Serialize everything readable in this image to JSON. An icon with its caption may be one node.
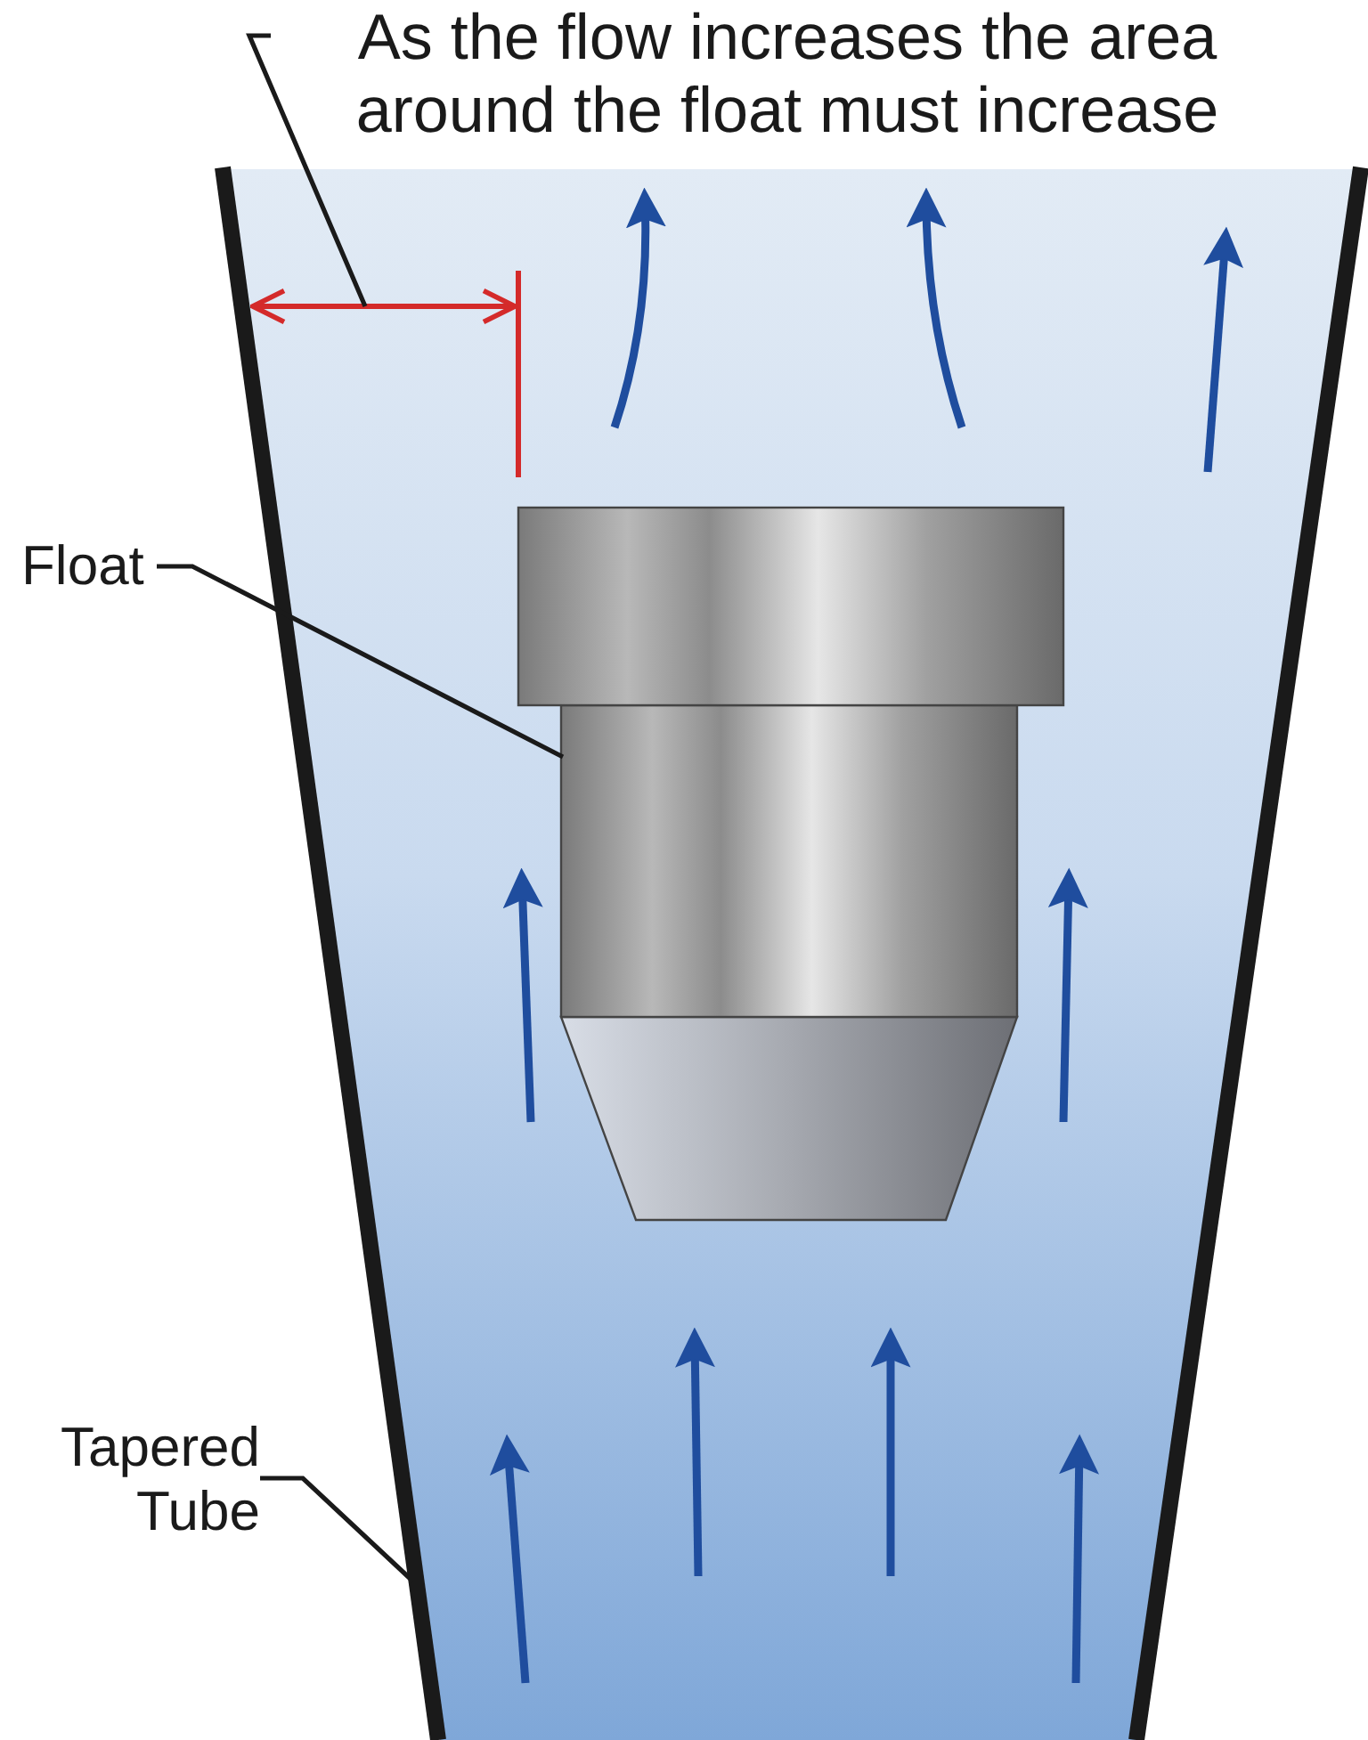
{
  "diagram": {
    "nodes": [
      {
        "text": [
          "As the flow increases the area around the float must increase"
        ]
      },
      {
        "text": [],
        "shape": "picture"
      },
      {
        "text": [],
        "shape": "picture",
        "in": 1
      },
      {
        "text": [
          "Float"
        ]
      },
      {
        "text": [
          "Tapered Tube"
        ]
      }
    ],
    "edges": [
      {
        "from": 0,
        "to": null,
        "arrow": "none"
      },
      {
        "from": 3,
        "to": 2,
        "arrow": "none"
      },
      {
        "from": 4,
        "to": 1,
        "arrow": "none"
      }
    ]
  }
}
